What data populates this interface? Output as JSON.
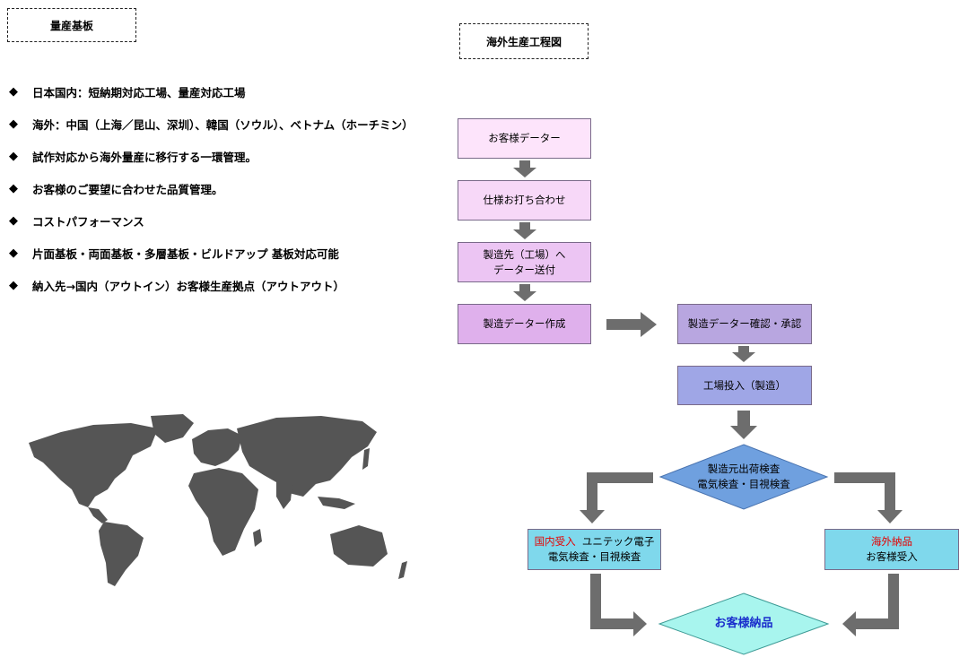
{
  "left_title": "量産基板",
  "right_title": "海外生産工程図",
  "bullets": [
    "日本国内：短納期対応工場、量産対応工場",
    "海外：中国（上海／昆山、深圳）、韓国（ソウル）、ベトナム（ホーチミン）",
    "試作対応から海外量産に移行する一環管理。",
    "お客様のご要望に合わせた品質管理。",
    "コストパフォーマンス",
    "片面基板・両面基板・多層基板・ビルドアップ 基板対応可能",
    "納入先→国内（アウトイン）お客様生産拠点（アウトアウト）"
  ],
  "bullet_mark": "◆",
  "flow": {
    "step1": "お客様データー",
    "step2": "仕様お打ち合わせ",
    "step3_line1": "製造先（工場）へ",
    "step3_line2": "データー送付",
    "step4": "製造データー作成",
    "step5": "製造データー確認・承認",
    "step6": "工場投入（製造）",
    "inspect_line1": "製造元出荷検査",
    "inspect_line2": "電気検査・目視検査",
    "domestic_red": "国内受入",
    "domestic_rest": "ユニテック電子",
    "domestic_line2": "電気検査・目視検査",
    "overseas_red": "海外納品",
    "overseas_line2": "お客様受入",
    "final": "お客様納品"
  },
  "colors": {
    "arrow": "#6d6d6d",
    "map": "#555555",
    "step1": "#fde4fb",
    "step2": "#f7d8f8",
    "step3": "#ecc5f3",
    "step4": "#dfb0ec",
    "step5": "#b8a6e0",
    "step6": "#9fa6e6",
    "inspect": "#6fa0df",
    "receive": "#7fd8ec",
    "final": "#a8f5ee"
  }
}
